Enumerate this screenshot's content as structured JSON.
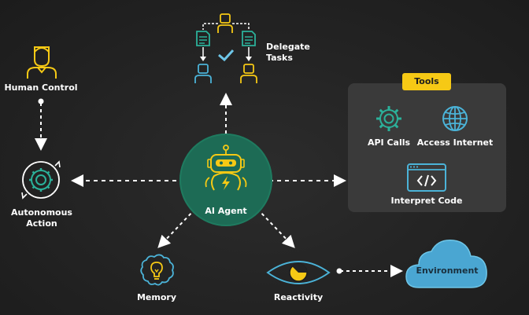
{
  "diagram": {
    "center": {
      "label": "AI Agent"
    },
    "human_control": {
      "label": "Human Control"
    },
    "autonomous_action": {
      "line1": "Autonomous",
      "line2": "Action"
    },
    "delegate_tasks": {
      "line1": "Delegate",
      "line2": "Tasks"
    },
    "memory": {
      "label": "Memory"
    },
    "reactivity": {
      "label": "Reactivity"
    },
    "environment": {
      "label": "Environment"
    },
    "tools": {
      "title": "Tools",
      "items": [
        {
          "label": "API Calls",
          "icon": "gear-icon"
        },
        {
          "label": "Access Internet",
          "icon": "globe-icon"
        },
        {
          "label": "Interpret Code",
          "icon": "code-window-icon"
        }
      ]
    }
  },
  "colors": {
    "background": "#232323",
    "agent_circle": "#1d6b55",
    "accent_yellow": "#f6c915",
    "icon_teal": "#2bb19a",
    "icon_blue": "#4bb3d8",
    "icon_blue_light": "#6ec6e8",
    "cloud_blue": "#4aa6d2",
    "connector_white": "#ffffff",
    "tools_panel": "#3a3a3a"
  }
}
